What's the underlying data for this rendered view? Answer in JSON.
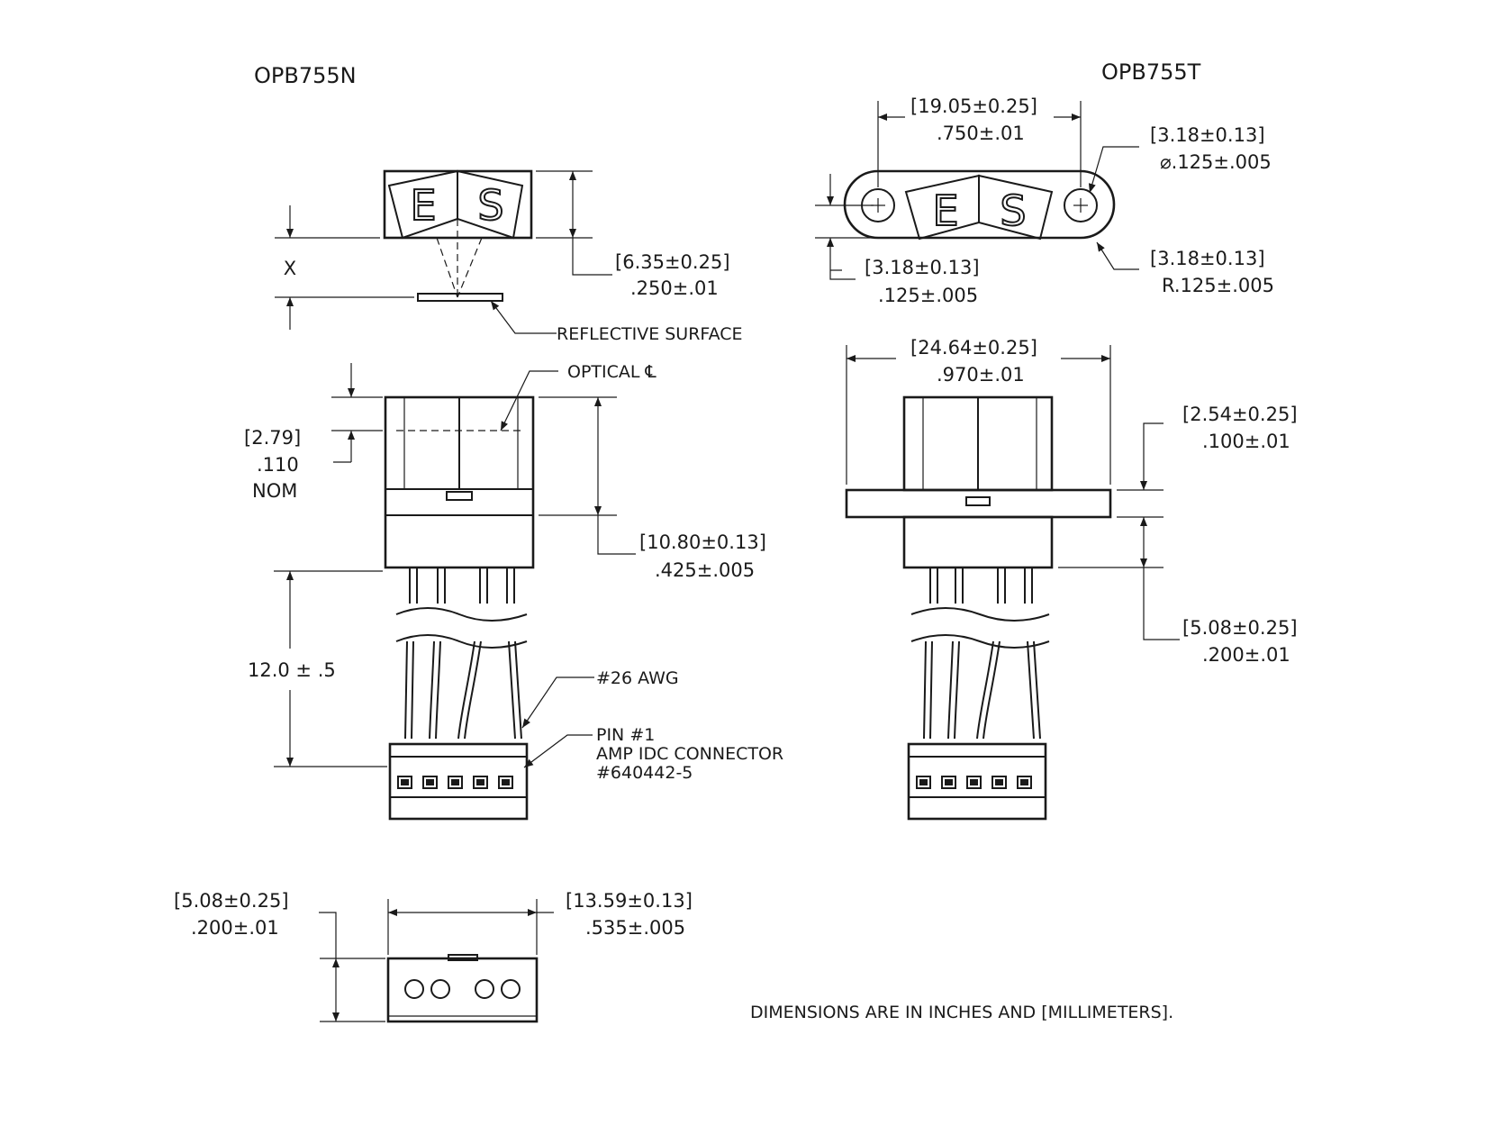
{
  "left_view": {
    "title": "OPB755N",
    "logo": "ES",
    "dim_x_label": "X",
    "height_mm": "6.35±0.25",
    "height_in": ".250±.01",
    "reflective_label": "REFLECTIVE SURFACE",
    "optical_label": "OPTICAL ℄",
    "nom_mm": "2.79",
    "nom_in": ".110",
    "nom_word": "NOM",
    "body_mm": "10.80±0.13",
    "body_in": ".425±.005",
    "lead_length": "12.0 ± .5",
    "awg_label": "#26 AWG",
    "pin_label": "PIN #1",
    "connector_label": "AMP IDC CONNECTOR",
    "part_label": "#640442-5",
    "bottom_height_mm": "5.08±0.25",
    "bottom_height_in": ".200±.01",
    "bottom_width_mm": "13.59±0.13",
    "bottom_width_in": ".535±.005"
  },
  "right_view": {
    "title": "OPB755T",
    "logo": "ES",
    "hole_spacing_mm": "19.05±0.25",
    "hole_spacing_in": ".750±.01",
    "hole_dia_mm": "3.18±0.13",
    "hole_dia_in": "⌀.125±.005",
    "flange_mm": "3.18±0.13",
    "flange_in": ".125±.005",
    "radius_mm": "3.18±0.13",
    "radius_in": "R.125±.005",
    "width_mm": "24.64±0.25",
    "width_in": ".970±.01",
    "flange_thk_mm": "2.54±0.25",
    "flange_thk_in": ".100±.01",
    "lower_mm": "5.08±0.25",
    "lower_in": ".200±.01"
  },
  "note": "DIMENSIONS ARE IN INCHES AND [MILLIMETERS]."
}
